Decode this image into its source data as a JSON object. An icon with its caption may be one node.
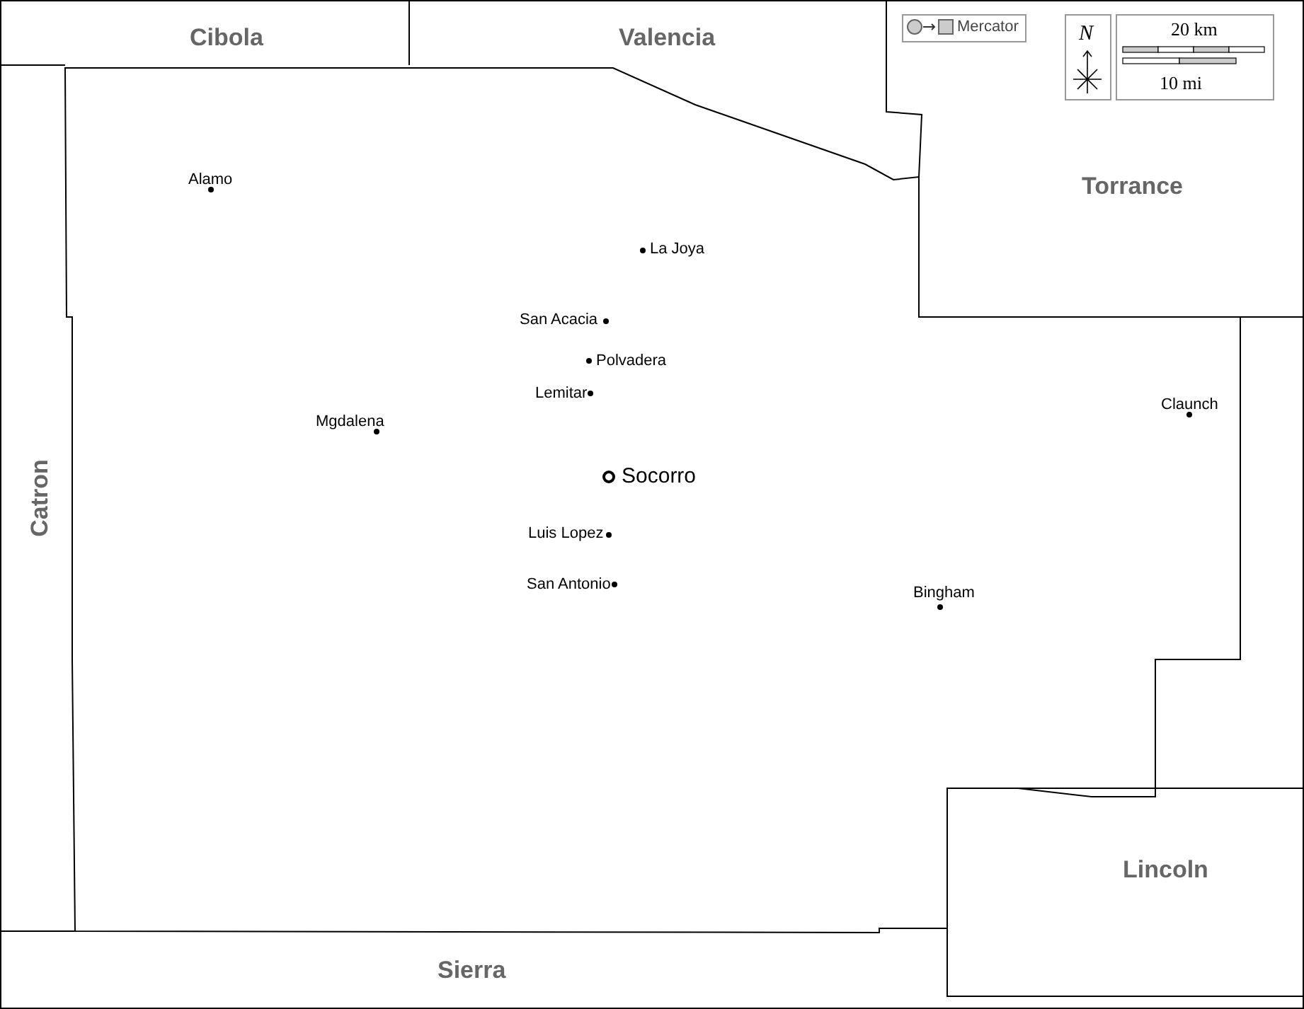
{
  "diagram": {
    "labels": [
      "Cibola",
      "Valencia",
      "Mercator",
      "N",
      "20 km",
      "10 mi",
      "Torrance",
      "Alamo",
      "La Joya",
      "San Acacia",
      "Polvadera",
      "Lemitar",
      "Mgdalena",
      "Claunch",
      "Catron",
      "Socorro",
      "Luis Lopez",
      "San Antonio",
      "Bingham",
      "Lincoln",
      "Sierra"
    ]
  }
}
